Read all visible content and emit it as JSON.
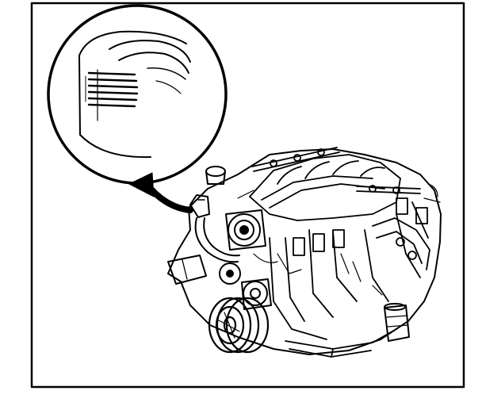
{
  "figure": {
    "subject": "engine-assembly",
    "callout": "label-detail-magnified",
    "pointer": "curved-arrow",
    "colors": {
      "ink": "#000000",
      "paper": "#ffffff"
    }
  }
}
